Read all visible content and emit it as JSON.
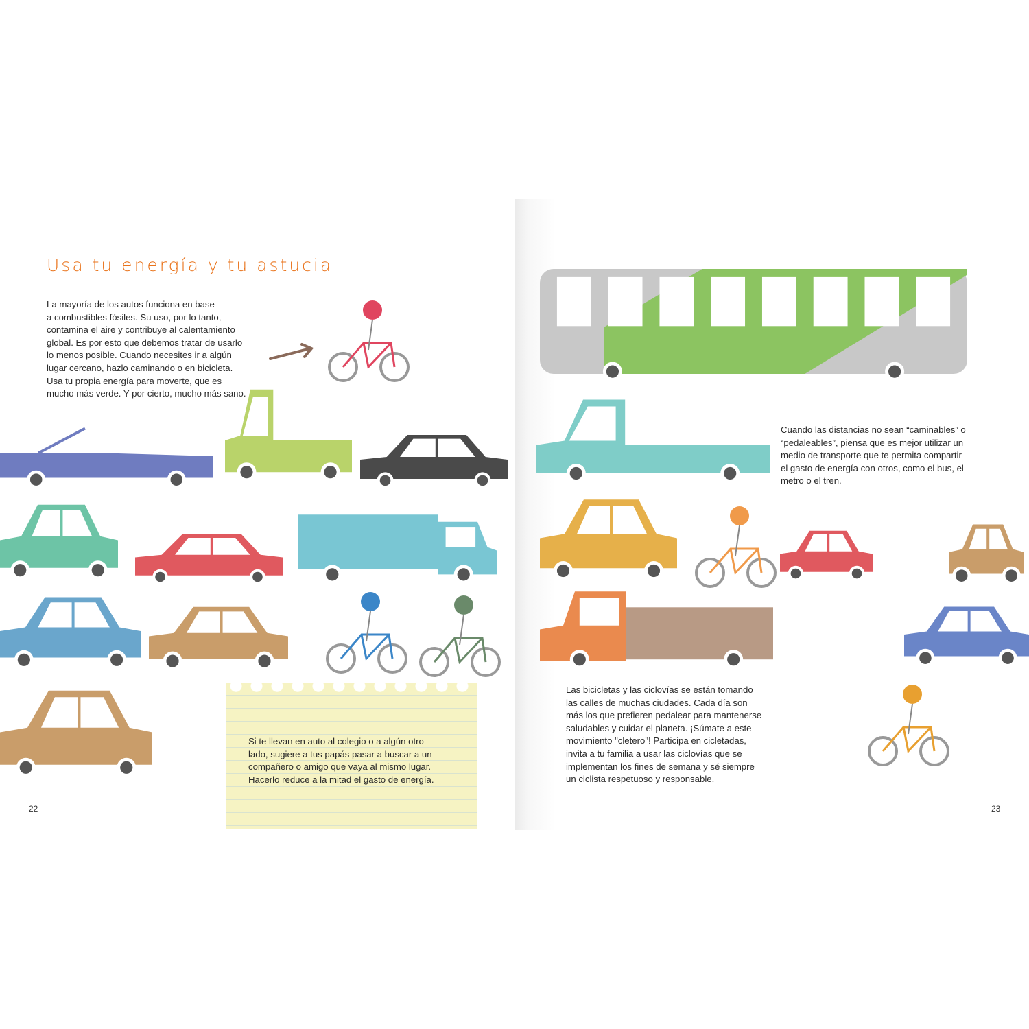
{
  "left_page": {
    "title": "Usa tu energía y tu astucia",
    "intro_text": "La mayoría de los autos funciona en base\na combustibles fósiles. Su uso, por lo tanto,\ncontamina el aire y contribuye al calentamiento\nglobal. Es por esto que debemos tratar de usarlo\nlo menos posible. Cuando necesites ir a algún\nlugar cercano, hazlo caminando o en bicicleta.\nUsa tu propia energía para moverte, que es\nmucho más verde. Y por cierto, mucho más sano.",
    "note_text": "Si te llevan en auto al colegio o a algún otro\nlado, sugiere a tus papás pasar a buscar a un\ncompañero o amigo que vaya al mismo lugar.\nHacerlo reduce a la mitad el gasto de energía.",
    "page_number": "22"
  },
  "right_page": {
    "transport_text": "Cuando las distancias no sean “caminables” o\n“pedaleables”, piensa que es mejor utilizar un\nmedio de transporte que te permita compartir\nel gasto de energía con otros, como el bus, el\nmetro o el tren.",
    "bike_text": "Las bicicletas y las ciclovías se están tomando\nlas calles de muchas ciudades. Cada día son\nmás los que prefieren pedalear para mantenerse\nsaludables y cuidar el planeta. ¡Súmate a este\nmovimiento \"cletero\"! Participa en cicletadas,\ninvita a tu familia a usar las ciclovías que se\nimplementan los fines de semana y sé siempre\nun ciclista respetuoso y responsable.",
    "page_number": "23"
  },
  "colors": {
    "title": "#e9731b",
    "note_paper": "#f6f3c3",
    "blue": "#6f7cc0",
    "lime": "#b9d36a",
    "dark": "#4a4a4a",
    "mint": "#6dc4a6",
    "red": "#e0595f",
    "cyan": "#79c6d3",
    "sky": "#6aa6cc",
    "tan": "#c99d6a",
    "gray": "#c8c8c8",
    "green": "#8cc461",
    "teal": "#7fcdc8",
    "yellow": "#e6b04a",
    "orange": "#ea8a4e",
    "brown": "#b89a85",
    "royal": "#6a85c8"
  }
}
